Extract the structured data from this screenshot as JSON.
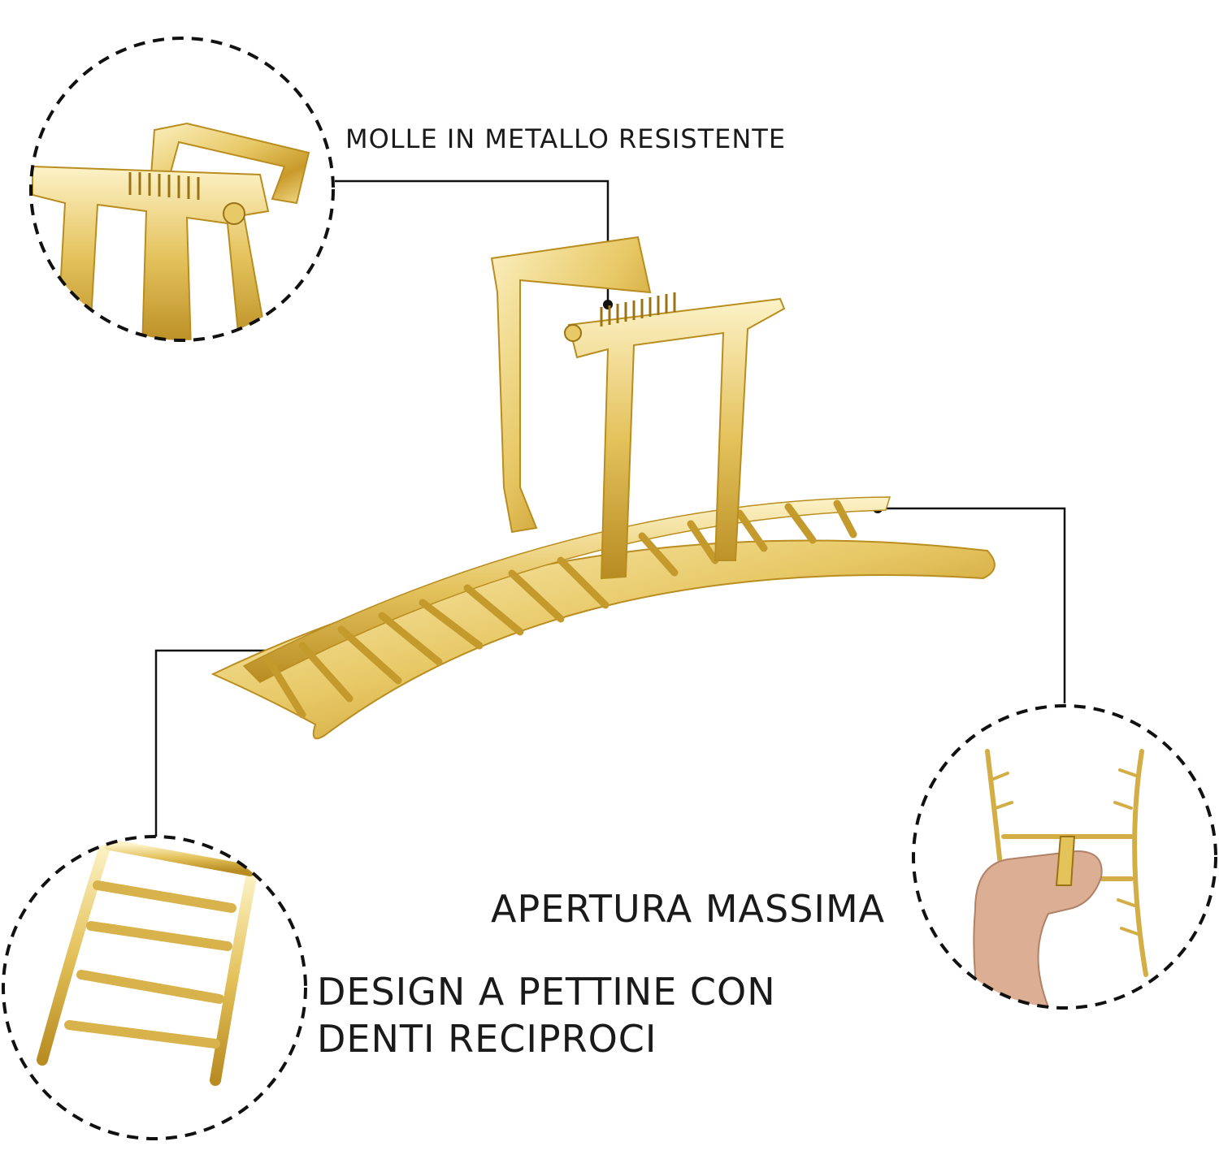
{
  "labels": {
    "springs": "MOLLE IN METALLO RESISTENTE",
    "opening": "APERTURA MASSIMA",
    "comb": "DESIGN A PETTINE CON DENTI RECIPROCI"
  },
  "colors": {
    "gold_light": "#f7e7a6",
    "gold_mid": "#e3c35a",
    "gold_dark": "#b98d1f",
    "line": "#111111",
    "skin": "#d9a98e"
  }
}
